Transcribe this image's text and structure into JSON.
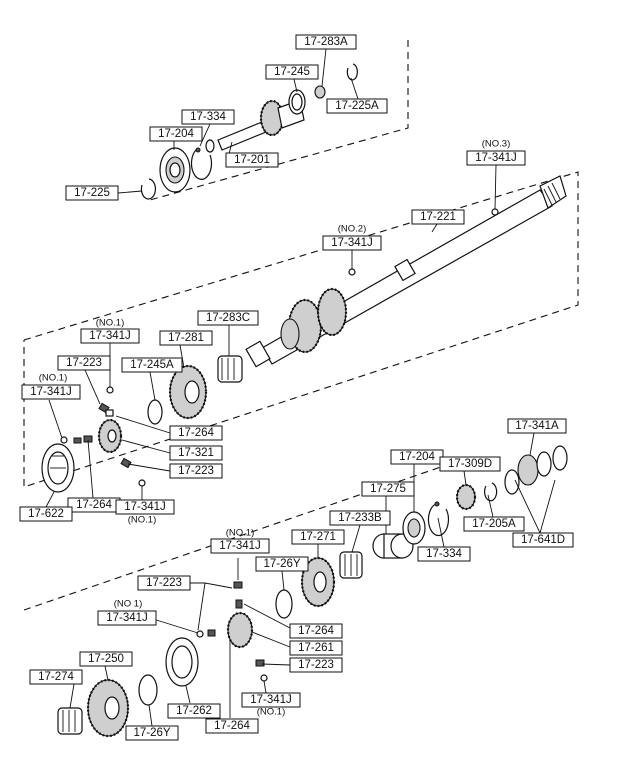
{
  "callouts": [
    {
      "id": "17-283A",
      "text": "17-283A"
    },
    {
      "id": "17-245",
      "text": "17-245"
    },
    {
      "id": "17-225A",
      "text": "17-225A"
    },
    {
      "id": "17-334-top",
      "text": "17-334"
    },
    {
      "id": "17-204-top",
      "text": "17-204"
    },
    {
      "id": "17-201",
      "text": "17-201"
    },
    {
      "id": "17-225",
      "text": "17-225"
    },
    {
      "id": "17-341J-no3",
      "text": "17-341J"
    },
    {
      "id": "17-221",
      "text": "17-221"
    },
    {
      "id": "17-341J-no2",
      "text": "17-341J"
    },
    {
      "id": "17-341J-no1-a",
      "text": "17-341J"
    },
    {
      "id": "17-281",
      "text": "17-281"
    },
    {
      "id": "17-283C",
      "text": "17-283C"
    },
    {
      "id": "17-223-a",
      "text": "17-223"
    },
    {
      "id": "17-245A",
      "text": "17-245A"
    },
    {
      "id": "17-341J-no1-b",
      "text": "17-341J"
    },
    {
      "id": "17-264-a",
      "text": "17-264"
    },
    {
      "id": "17-321",
      "text": "17-321"
    },
    {
      "id": "17-223-b",
      "text": "17-223"
    },
    {
      "id": "17-264-b",
      "text": "17-264"
    },
    {
      "id": "17-341J-no1-c",
      "text": "17-341J"
    },
    {
      "id": "17-622",
      "text": "17-622"
    },
    {
      "id": "17-341A",
      "text": "17-341A"
    },
    {
      "id": "17-204-mid",
      "text": "17-204"
    },
    {
      "id": "17-309D",
      "text": "17-309D"
    },
    {
      "id": "17-275",
      "text": "17-275"
    },
    {
      "id": "17-233B",
      "text": "17-233B"
    },
    {
      "id": "17-205A",
      "text": "17-205A"
    },
    {
      "id": "17-641D",
      "text": "17-641D"
    },
    {
      "id": "17-334-mid",
      "text": "17-334"
    },
    {
      "id": "17-271",
      "text": "17-271"
    },
    {
      "id": "17-341J-no1-d",
      "text": "17-341J"
    },
    {
      "id": "17-26Y-a",
      "text": "17-26Y"
    },
    {
      "id": "17-223-c",
      "text": "17-223"
    },
    {
      "id": "17-264-c",
      "text": "17-264"
    },
    {
      "id": "17-341J-no1-e",
      "text": "17-341J"
    },
    {
      "id": "17-261",
      "text": "17-261"
    },
    {
      "id": "17-223-d",
      "text": "17-223"
    },
    {
      "id": "17-274",
      "text": "17-274"
    },
    {
      "id": "17-250",
      "text": "17-250"
    },
    {
      "id": "17-262",
      "text": "17-262"
    },
    {
      "id": "17-26Y-b",
      "text": "17-26Y"
    },
    {
      "id": "17-264-d",
      "text": "17-264"
    },
    {
      "id": "17-341J-no1-f",
      "text": "17-341J"
    }
  ],
  "notes": {
    "no3": "(NO.3)",
    "no2": "(NO.2)",
    "no1_a": "(NO.1)",
    "no1_b": "(NO.1)",
    "no1_c": "(NO.1)",
    "no1_d": "(NO.1)",
    "no1_e": "(NO 1)",
    "no1_f": "(NO.1)"
  }
}
